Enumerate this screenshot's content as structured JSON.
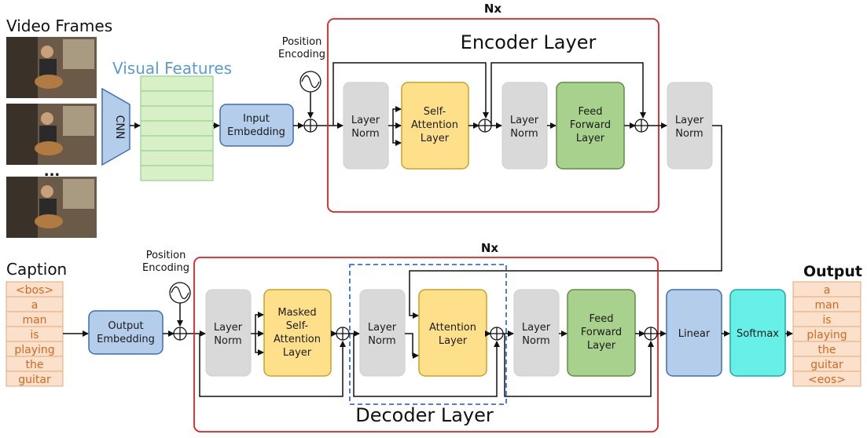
{
  "titles": {
    "video_frames": "Video Frames",
    "visual_features": "Visual Features",
    "caption": "Caption",
    "output": "Output",
    "ellipsis": "..."
  },
  "encoder": {
    "title": "Encoder Layer",
    "repeat": "Nx",
    "layer_norm_1": [
      "Layer",
      "Norm"
    ],
    "self_attention": [
      "Self-",
      "Attention",
      "Layer"
    ],
    "layer_norm_2": [
      "Layer",
      "Norm"
    ],
    "feed_forward": [
      "Feed",
      "Forward",
      "Layer"
    ]
  },
  "decoder": {
    "title": "Decoder Layer",
    "repeat": "Nx",
    "layer_norm_1": [
      "Layer",
      "Norm"
    ],
    "masked_attention": [
      "Masked",
      "Self-",
      "Attention",
      "Layer"
    ],
    "layer_norm_2": [
      "Layer",
      "Norm"
    ],
    "attention": [
      "Attention",
      "Layer"
    ],
    "layer_norm_3": [
      "Layer",
      "Norm"
    ],
    "feed_forward": [
      "Feed",
      "Forward",
      "Layer"
    ]
  },
  "blocks": {
    "cnn": "CNN",
    "input_embedding": [
      "Input",
      "Embedding"
    ],
    "output_embedding": [
      "Output",
      "Embedding"
    ],
    "final_norm": [
      "Layer",
      "Norm"
    ],
    "linear": "Linear",
    "softmax": "Softmax",
    "position_encoding_top": [
      "Position",
      "Encoding"
    ],
    "position_encoding_bottom": [
      "Position",
      "Encoding"
    ]
  },
  "caption_words": [
    "<bos>",
    "a",
    "man",
    "is",
    "playing",
    "the",
    "guitar"
  ],
  "output_words": [
    "a",
    "man",
    "is",
    "playing",
    "the",
    "guitar",
    "<eos>"
  ],
  "colors": {
    "layer_norm": "#d9d9d9",
    "attention": "#ffe08a",
    "feed_forward": "#a9d18e",
    "embedding": "#b4cdea",
    "linear": "#b4cdea",
    "softmax": "#66f0e8",
    "nx_border": "#e02020",
    "decoder_dash": "#3a6fd8",
    "visual_features": "#d8f0c8",
    "visual_features_title": "#5b9bd5",
    "caption_fill": "#fbe0cc",
    "caption_text": "#d2691e"
  }
}
